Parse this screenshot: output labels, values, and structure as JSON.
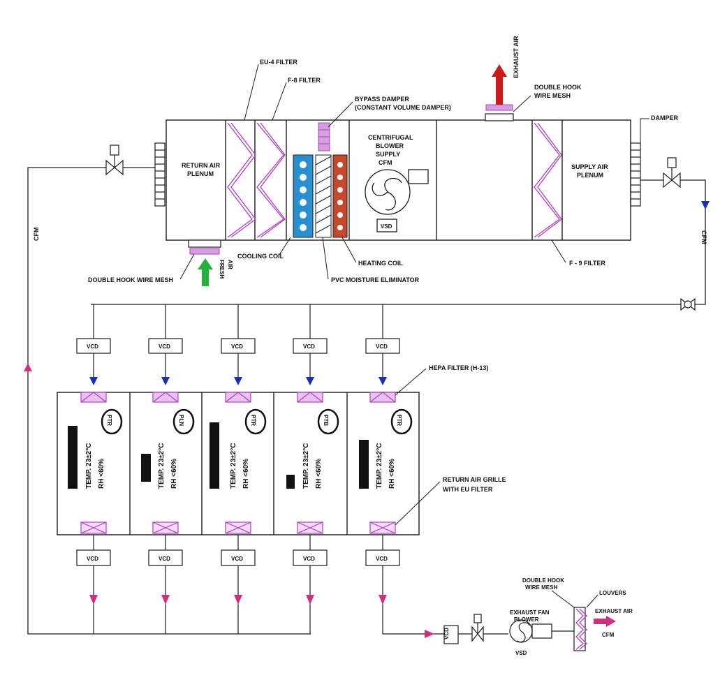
{
  "ahu": {
    "labels": {
      "eu4_filter": "EU-4 FILTER",
      "eu8_filter": "F-8 FILTER",
      "bypass_damper": "BYPASS DAMPER",
      "constant_volume_damper": "(CONSTANT VOLUME DAMPER)",
      "exhaust_air": "EXHAUST AIR",
      "double_hook_mesh_top_1": "DOUBLE HOOK",
      "double_hook_mesh_top_2": "WIRE MESH",
      "damper": "DAMPER",
      "return_air_plenum_1": "RETURN AIR",
      "return_air_plenum_2": "PLENUM",
      "fan_1": "CENTRIFUGAL",
      "fan_2": "BLOWER",
      "fan_3": "SUPPLY",
      "fan_4": "CFM",
      "vsd": "VSD",
      "supply_air_plenum_1": "SUPPLY AIR",
      "supply_air_plenum_2": "PLENUM",
      "fresh_air_1": "FRESH",
      "fresh_air_2": "AIR",
      "cooling_coil": "COOLING COIL",
      "heating_coil": "HEATING COIL",
      "moisture_eliminator": "PVC MOISTURE ELIMINATOR",
      "double_hook_wire_mesh": "DOUBLE HOOK WIRE MESH",
      "f_filter": "F - 9 FILTER",
      "return_cfm": "CFM",
      "supply_cfm": "CFM",
      "vcd": "VCD"
    }
  },
  "rooms": {
    "hepa_filter": "HEPA FILTER (H-13)",
    "return_grille_1": "RETURN AIR GRILLE",
    "return_grille_2": "WITH EU FILTER",
    "temp": "TEMP. 23±2°C",
    "rh": "RH <60%",
    "vcd": "VCD",
    "list": [
      {
        "badge": "PTR"
      },
      {
        "badge": "PLN"
      },
      {
        "badge": "PTR"
      },
      {
        "badge": "PTB"
      },
      {
        "badge": "PTR"
      }
    ]
  },
  "exhaust": {
    "fan_1": "EXHAUST FAN",
    "fan_2": "BLOWER",
    "fan_label": "VSD",
    "mesh_1": "DOUBLE HOOK",
    "mesh_2": "WIRE MESH",
    "louvers": "LOUVERS",
    "exhaust_air": "EXHAUST AIR",
    "cfm": "CFM",
    "vcd": "VCD"
  },
  "colors": {
    "line": "#1c1c1c",
    "filter": "#b040c0",
    "supply_arrow": "#1a2fb0",
    "return_arrow": "#d0307a",
    "cooling_coil": "#2a8fd0",
    "heating_coil": "#c8462a",
    "fresh_air": "#22b23a",
    "exhaust": "#d01a1a"
  }
}
